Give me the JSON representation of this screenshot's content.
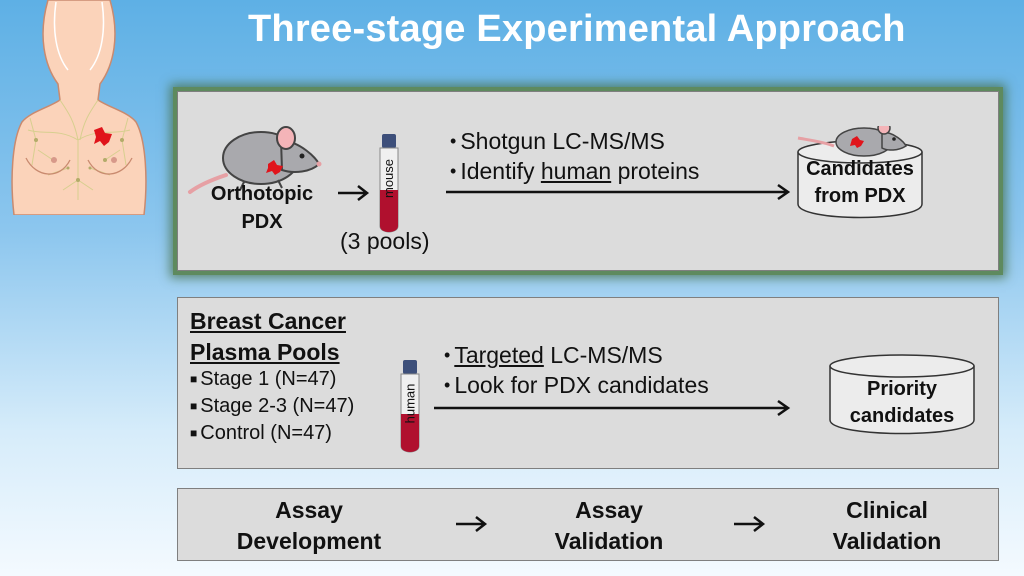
{
  "title": "Three-stage Experimental Approach",
  "stage1": {
    "source_label_line1": "Orthotopic",
    "source_label_line2": "PDX",
    "tube_label": "mouse",
    "pools_label": "(3 pools)",
    "bullet1": "Shotgun LC-MS/MS",
    "bullet2_pre": "Identify ",
    "bullet2_underline": "human",
    "bullet2_post": " proteins",
    "result_line1": "Candidates",
    "result_line2": "from PDX"
  },
  "stage2": {
    "heading_line1": "Breast Cancer",
    "heading_line2": "Plasma Pools",
    "items": [
      "Stage 1 (N=47)",
      "Stage 2-3 (N=47)",
      "Control (N=47)"
    ],
    "tube_label": "human",
    "bullet1_underline": "Targeted",
    "bullet1_post": " LC-MS/MS",
    "bullet2": "Look for PDX candidates",
    "result_line1": "Priority",
    "result_line2": "candidates"
  },
  "stage3": {
    "steps": [
      {
        "line1": "Assay",
        "line2": "Development"
      },
      {
        "line1": "Assay",
        "line2": "Validation"
      },
      {
        "line1": "Clinical",
        "line2": "Validation"
      }
    ]
  },
  "colors": {
    "tumor": "#e0141b",
    "tube_blood": "#b0102e",
    "tube_cap": "#3d4f7a",
    "mouse_body": "#a9a9ad",
    "mouse_ear": "#f4b4b8",
    "panel_glow": "#5e8a5e"
  }
}
